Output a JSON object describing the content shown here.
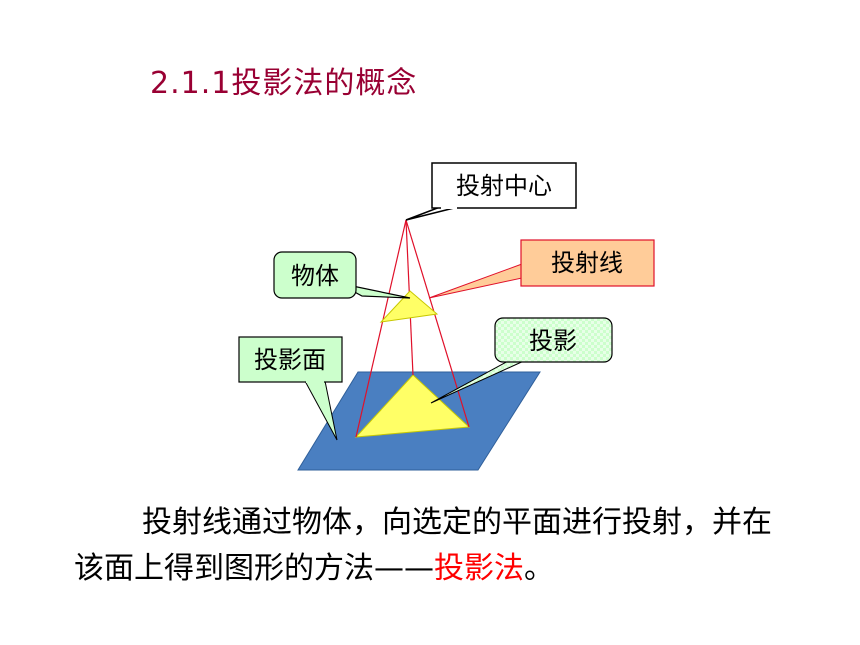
{
  "title": "2.1.1投影法的概念",
  "labels": {
    "center": "投射中心",
    "object": "物体",
    "rays": "投射线",
    "projection": "投影",
    "plane": "投影面"
  },
  "paragraph": {
    "line1": "投射线通过物体，向选定的平面进行投射，并在",
    "line2_prefix": "该面上得到图形的方法",
    "dash": "——",
    "term": "投影法",
    "end": "。"
  },
  "colors": {
    "title": "#990033",
    "plane": "#4a7fc1",
    "triangle": "#ffff66",
    "rays": "#e0102a",
    "object_box": "#ccffcc",
    "rays_box": "#ffcc99",
    "projection_box": "#ccffcc",
    "plane_box": "#ccffcc",
    "term": "#ff0000"
  }
}
